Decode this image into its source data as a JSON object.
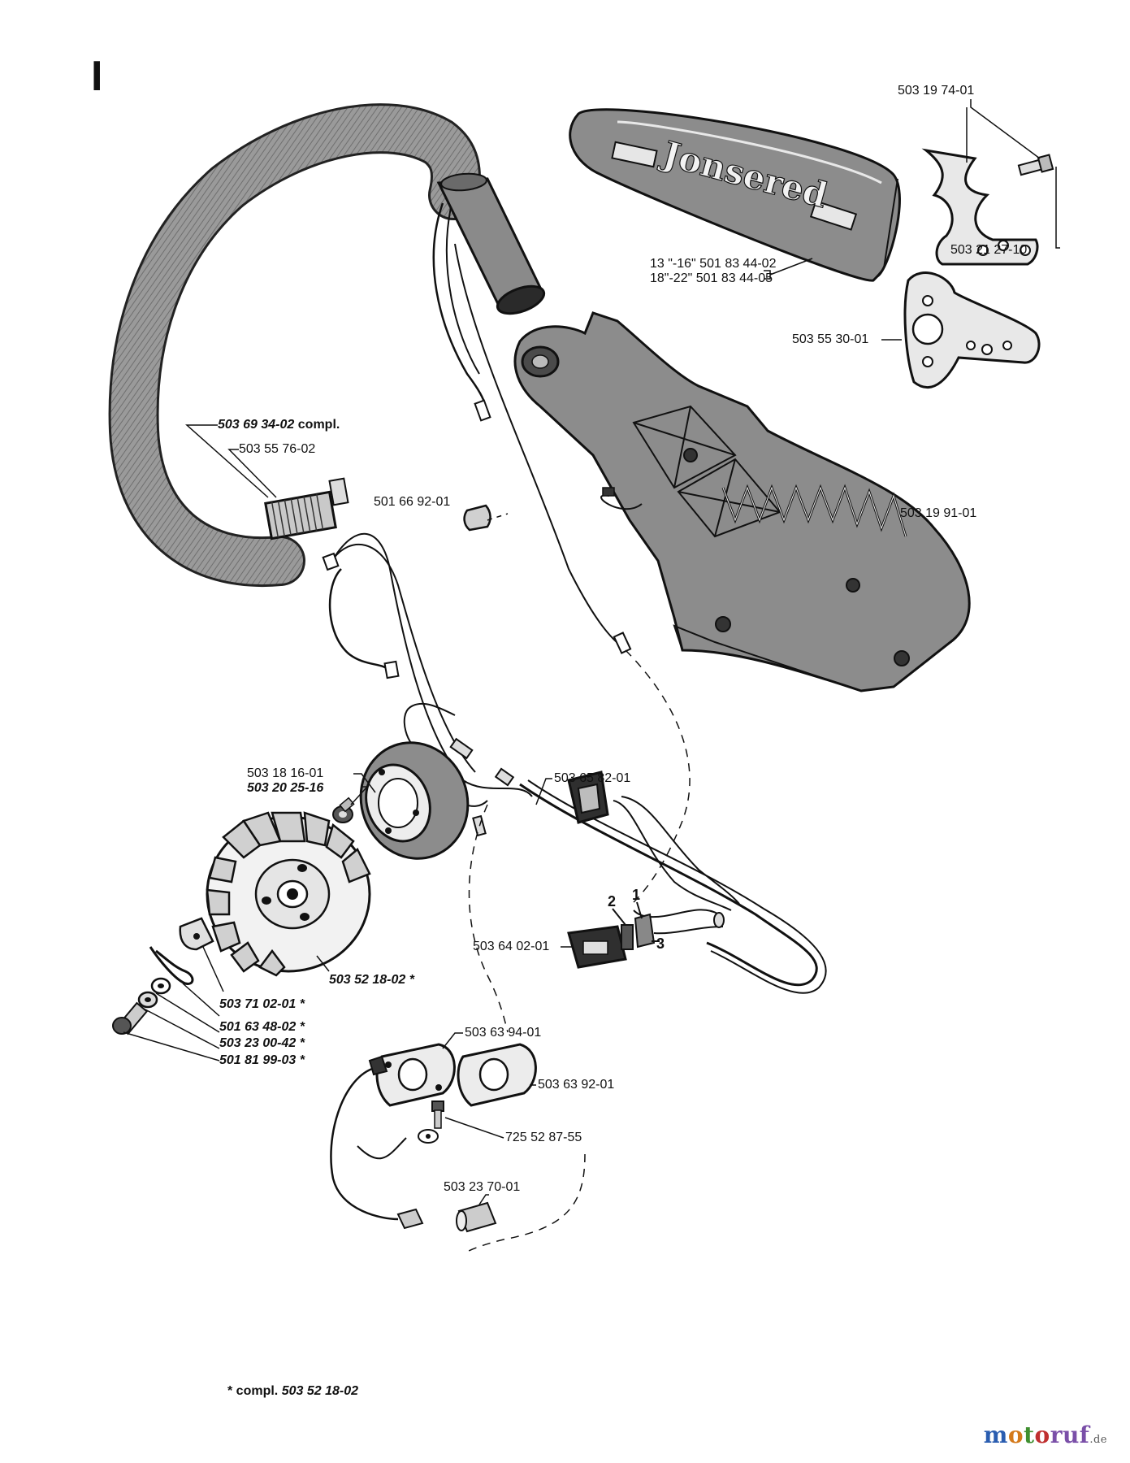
{
  "section_letter": "I",
  "labels": {
    "bar_guard_brand": "Jonsered",
    "p_503_19_74_01": "503 19 74-01",
    "p_503_21_27_10": "503 21 27-10",
    "p_bar_13_16": "13 \"-16\" 501 83 44-02",
    "p_bar_18_22": "18\"-22\" 501 83 44-05",
    "p_503_55_30_01": "503 55 30-01",
    "p_503_69_34_02": "503 69 34-02",
    "compl_word": "compl.",
    "p_503_55_76_02": "503 55 76-02",
    "p_501_66_92_01": "501 66 92-01",
    "p_503_19_91_01": "503 19 91-01",
    "p_503_18_16_01": "503 18 16-01",
    "p_503_20_25_16": "503 20 25-16",
    "p_503_65_82_01": "503 65 82-01",
    "p_503_64_02_01": "503 64 02-01",
    "switch_pin_2": "2",
    "switch_pin_1": "1",
    "switch_pin_3": "3",
    "p_503_52_18_02": "503 52 18-02 *",
    "p_503_71_02_01": "503 71 02-01 *",
    "p_501_63_48_02": "501 63 48-02 *",
    "p_503_23_00_42": "503 23 00-42 *",
    "p_501_81_99_03": "501 81 99-03 *",
    "p_503_63_94_01": "503 63 94-01",
    "p_503_63_92_01": "503 63 92-01",
    "p_725_52_87_55": "725 52 87-55",
    "p_503_23_70_01": "503 23 70-01",
    "footnote_prefix": "* compl.",
    "footnote_part": "503 52 18-02"
  },
  "watermark": {
    "parts": [
      "m",
      "o",
      "t",
      "o",
      "ruf"
    ],
    "suffix": ".de"
  },
  "colors": {
    "ink": "#111111",
    "part_fill": "#8c8c8c",
    "part_dark": "#555555",
    "watermark_blue": "#2a5db0"
  }
}
